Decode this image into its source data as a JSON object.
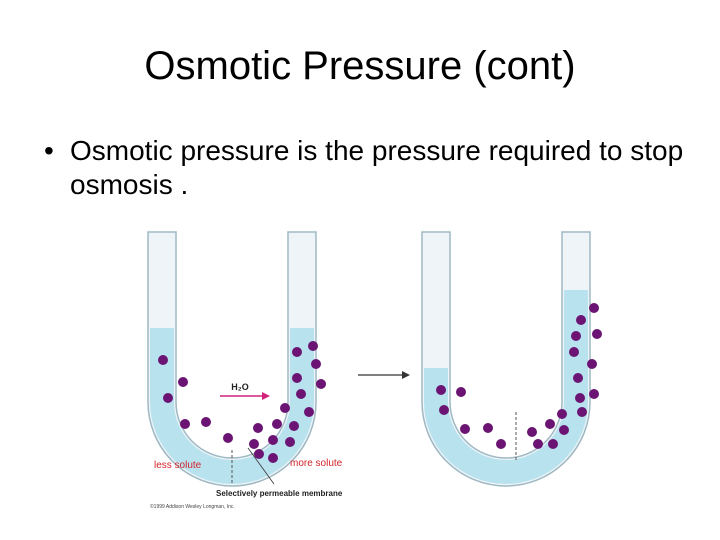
{
  "slide": {
    "title": "Osmotic Pressure (cont)",
    "bullet_symbol": "•",
    "bullet_text": "Osmotic pressure is the pressure required to stop osmosis ."
  },
  "figure": {
    "h2o_label": "H₂O",
    "less_solute_label": "less solute",
    "more_solute_label": "more solute",
    "membrane_label": "Selectively permeable membrane",
    "copyright": "©1999 Addison Wesley Longman, Inc.",
    "colors": {
      "solution": "#b9e2ef",
      "tube_glass": "#eef4f7",
      "particle": "#6b1473",
      "arrow_h2o": "#d0237a",
      "label_red": "#d3232a"
    }
  }
}
